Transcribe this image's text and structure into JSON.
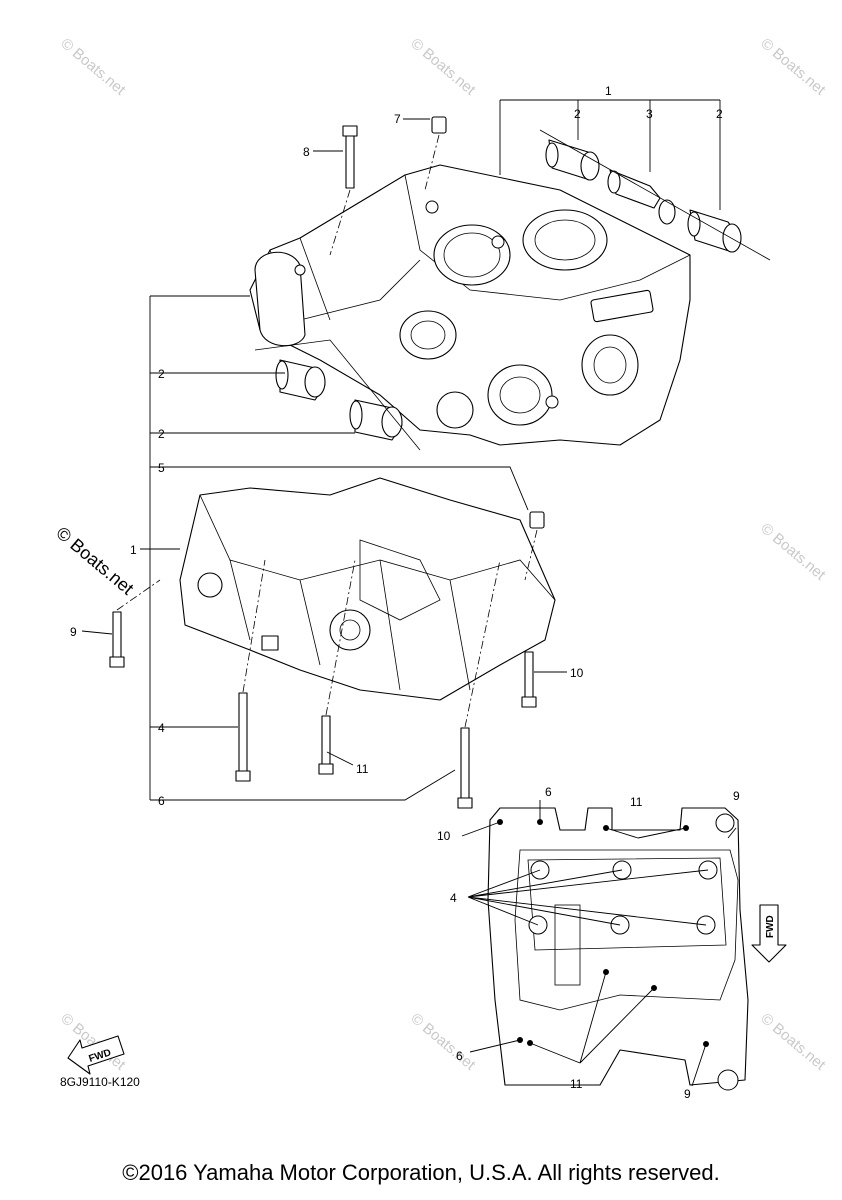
{
  "watermark": "© Boats.net",
  "diagram_code": "8GJ9110-K120",
  "copyright": "©2016 Yamaha Motor Corporation, U.S.A. All rights reserved.",
  "fwd_label": "FWD",
  "callouts": {
    "c1_top": "1",
    "c2_top_left": "2",
    "c3_top": "3",
    "c2_top_right": "2",
    "c7": "7",
    "c8": "8",
    "c2_a": "2",
    "c2_b": "2",
    "c5": "5",
    "c1_mid": "1",
    "c9_left": "9",
    "c10_right": "10",
    "c4_left": "4",
    "c11_mid": "11",
    "c6_bottom": "6",
    "c6_plan_top": "6",
    "c11_plan_top": "11",
    "c9_plan_top": "9",
    "c10_plan": "10",
    "c4_plan": "4",
    "c6_plan_bottom": "6",
    "c11_plan_bottom": "11",
    "c9_plan_bottom": "9"
  }
}
